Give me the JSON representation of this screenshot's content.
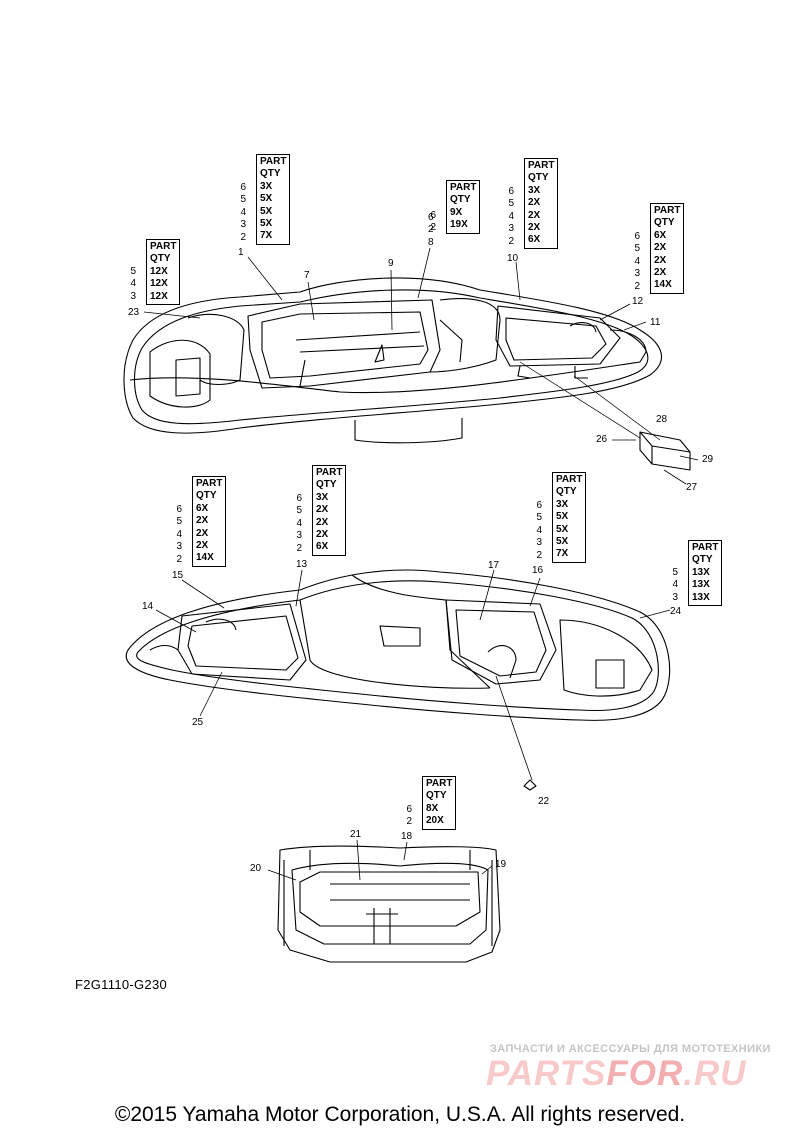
{
  "tables": [
    {
      "id": "t1",
      "header": [
        "PART",
        "QTY"
      ],
      "parts": [
        "6",
        "5",
        "4",
        "3",
        "2"
      ],
      "qtys": [
        "3X",
        "5X",
        "5X",
        "5X",
        "7X"
      ]
    },
    {
      "id": "t2",
      "header": [
        "PART",
        "QTY"
      ],
      "parts": [
        "6",
        "2"
      ],
      "qtys": [
        "9X",
        "19X"
      ]
    },
    {
      "id": "t3",
      "header": [
        "PART",
        "QTY"
      ],
      "parts": [
        "6",
        "5",
        "4",
        "3",
        "2"
      ],
      "qtys": [
        "3X",
        "2X",
        "2X",
        "2X",
        "6X"
      ]
    },
    {
      "id": "t4",
      "header": [
        "PART",
        "QTY"
      ],
      "parts": [
        "5",
        "4",
        "3"
      ],
      "qtys": [
        "12X",
        "12X",
        "12X"
      ]
    },
    {
      "id": "t5",
      "header": [
        "PART",
        "QTY"
      ],
      "parts": [
        "6",
        "5",
        "4",
        "3",
        "2"
      ],
      "qtys": [
        "6X",
        "2X",
        "2X",
        "2X",
        "14X"
      ]
    },
    {
      "id": "t6",
      "header": [
        "PART",
        "QTY"
      ],
      "parts": [
        "6",
        "5",
        "4",
        "3",
        "2"
      ],
      "qtys": [
        "6X",
        "2X",
        "2X",
        "2X",
        "14X"
      ]
    },
    {
      "id": "t7",
      "header": [
        "PART",
        "QTY"
      ],
      "parts": [
        "6",
        "5",
        "4",
        "3",
        "2"
      ],
      "qtys": [
        "3X",
        "2X",
        "2X",
        "2X",
        "6X"
      ]
    },
    {
      "id": "t8",
      "header": [
        "PART",
        "QTY"
      ],
      "parts": [
        "6",
        "5",
        "4",
        "3",
        "2"
      ],
      "qtys": [
        "3X",
        "5X",
        "5X",
        "5X",
        "7X"
      ]
    },
    {
      "id": "t9",
      "header": [
        "PART",
        "QTY"
      ],
      "parts": [
        "5",
        "4",
        "3"
      ],
      "qtys": [
        "13X",
        "13X",
        "13X"
      ]
    },
    {
      "id": "t10",
      "header": [
        "PART",
        "QTY"
      ],
      "parts": [
        "6",
        "2"
      ],
      "qtys": [
        "8X",
        "20X"
      ]
    }
  ],
  "callouts": [
    "1",
    "7",
    "9",
    "6",
    "2",
    "8",
    "10",
    "12",
    "11",
    "23",
    "26",
    "28",
    "29",
    "27",
    "15",
    "13",
    "17",
    "16",
    "14",
    "24",
    "25",
    "22",
    "21",
    "18",
    "20",
    "19"
  ],
  "figure_id": "F2G1110-G230",
  "copyright": "©2015 Yamaha Motor Corporation, U.S.A. All rights reserved.",
  "watermark": {
    "subtitle": "ЗАПЧАСТИ И АКСЕССУАРЫ ДЛЯ МОТОТЕХНИКИ",
    "logo_a": "PARTS",
    "logo_b": "FOR",
    "logo_c": ".RU"
  }
}
